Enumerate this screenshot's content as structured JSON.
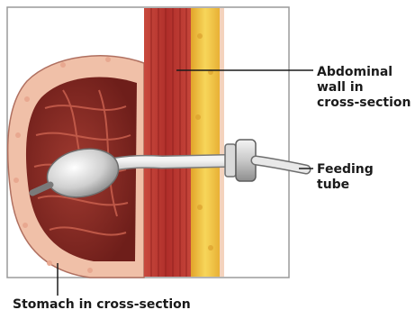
{
  "labels": {
    "abdominal_wall": [
      "Abdominal",
      "wall in",
      "cross-section"
    ],
    "feeding_tube": [
      "Feeding",
      "tube"
    ],
    "stomach": "Stomach in cross-section"
  },
  "colors": {
    "frame_border": "#9a9a9a",
    "muscle": "#b8322e",
    "fat": "#f1c23a",
    "stomach_lining": "#f0c0a8",
    "stomach_interior": "#8a2a24",
    "tube": "#dcdcdc",
    "leader_line": "#1a1a1a"
  }
}
